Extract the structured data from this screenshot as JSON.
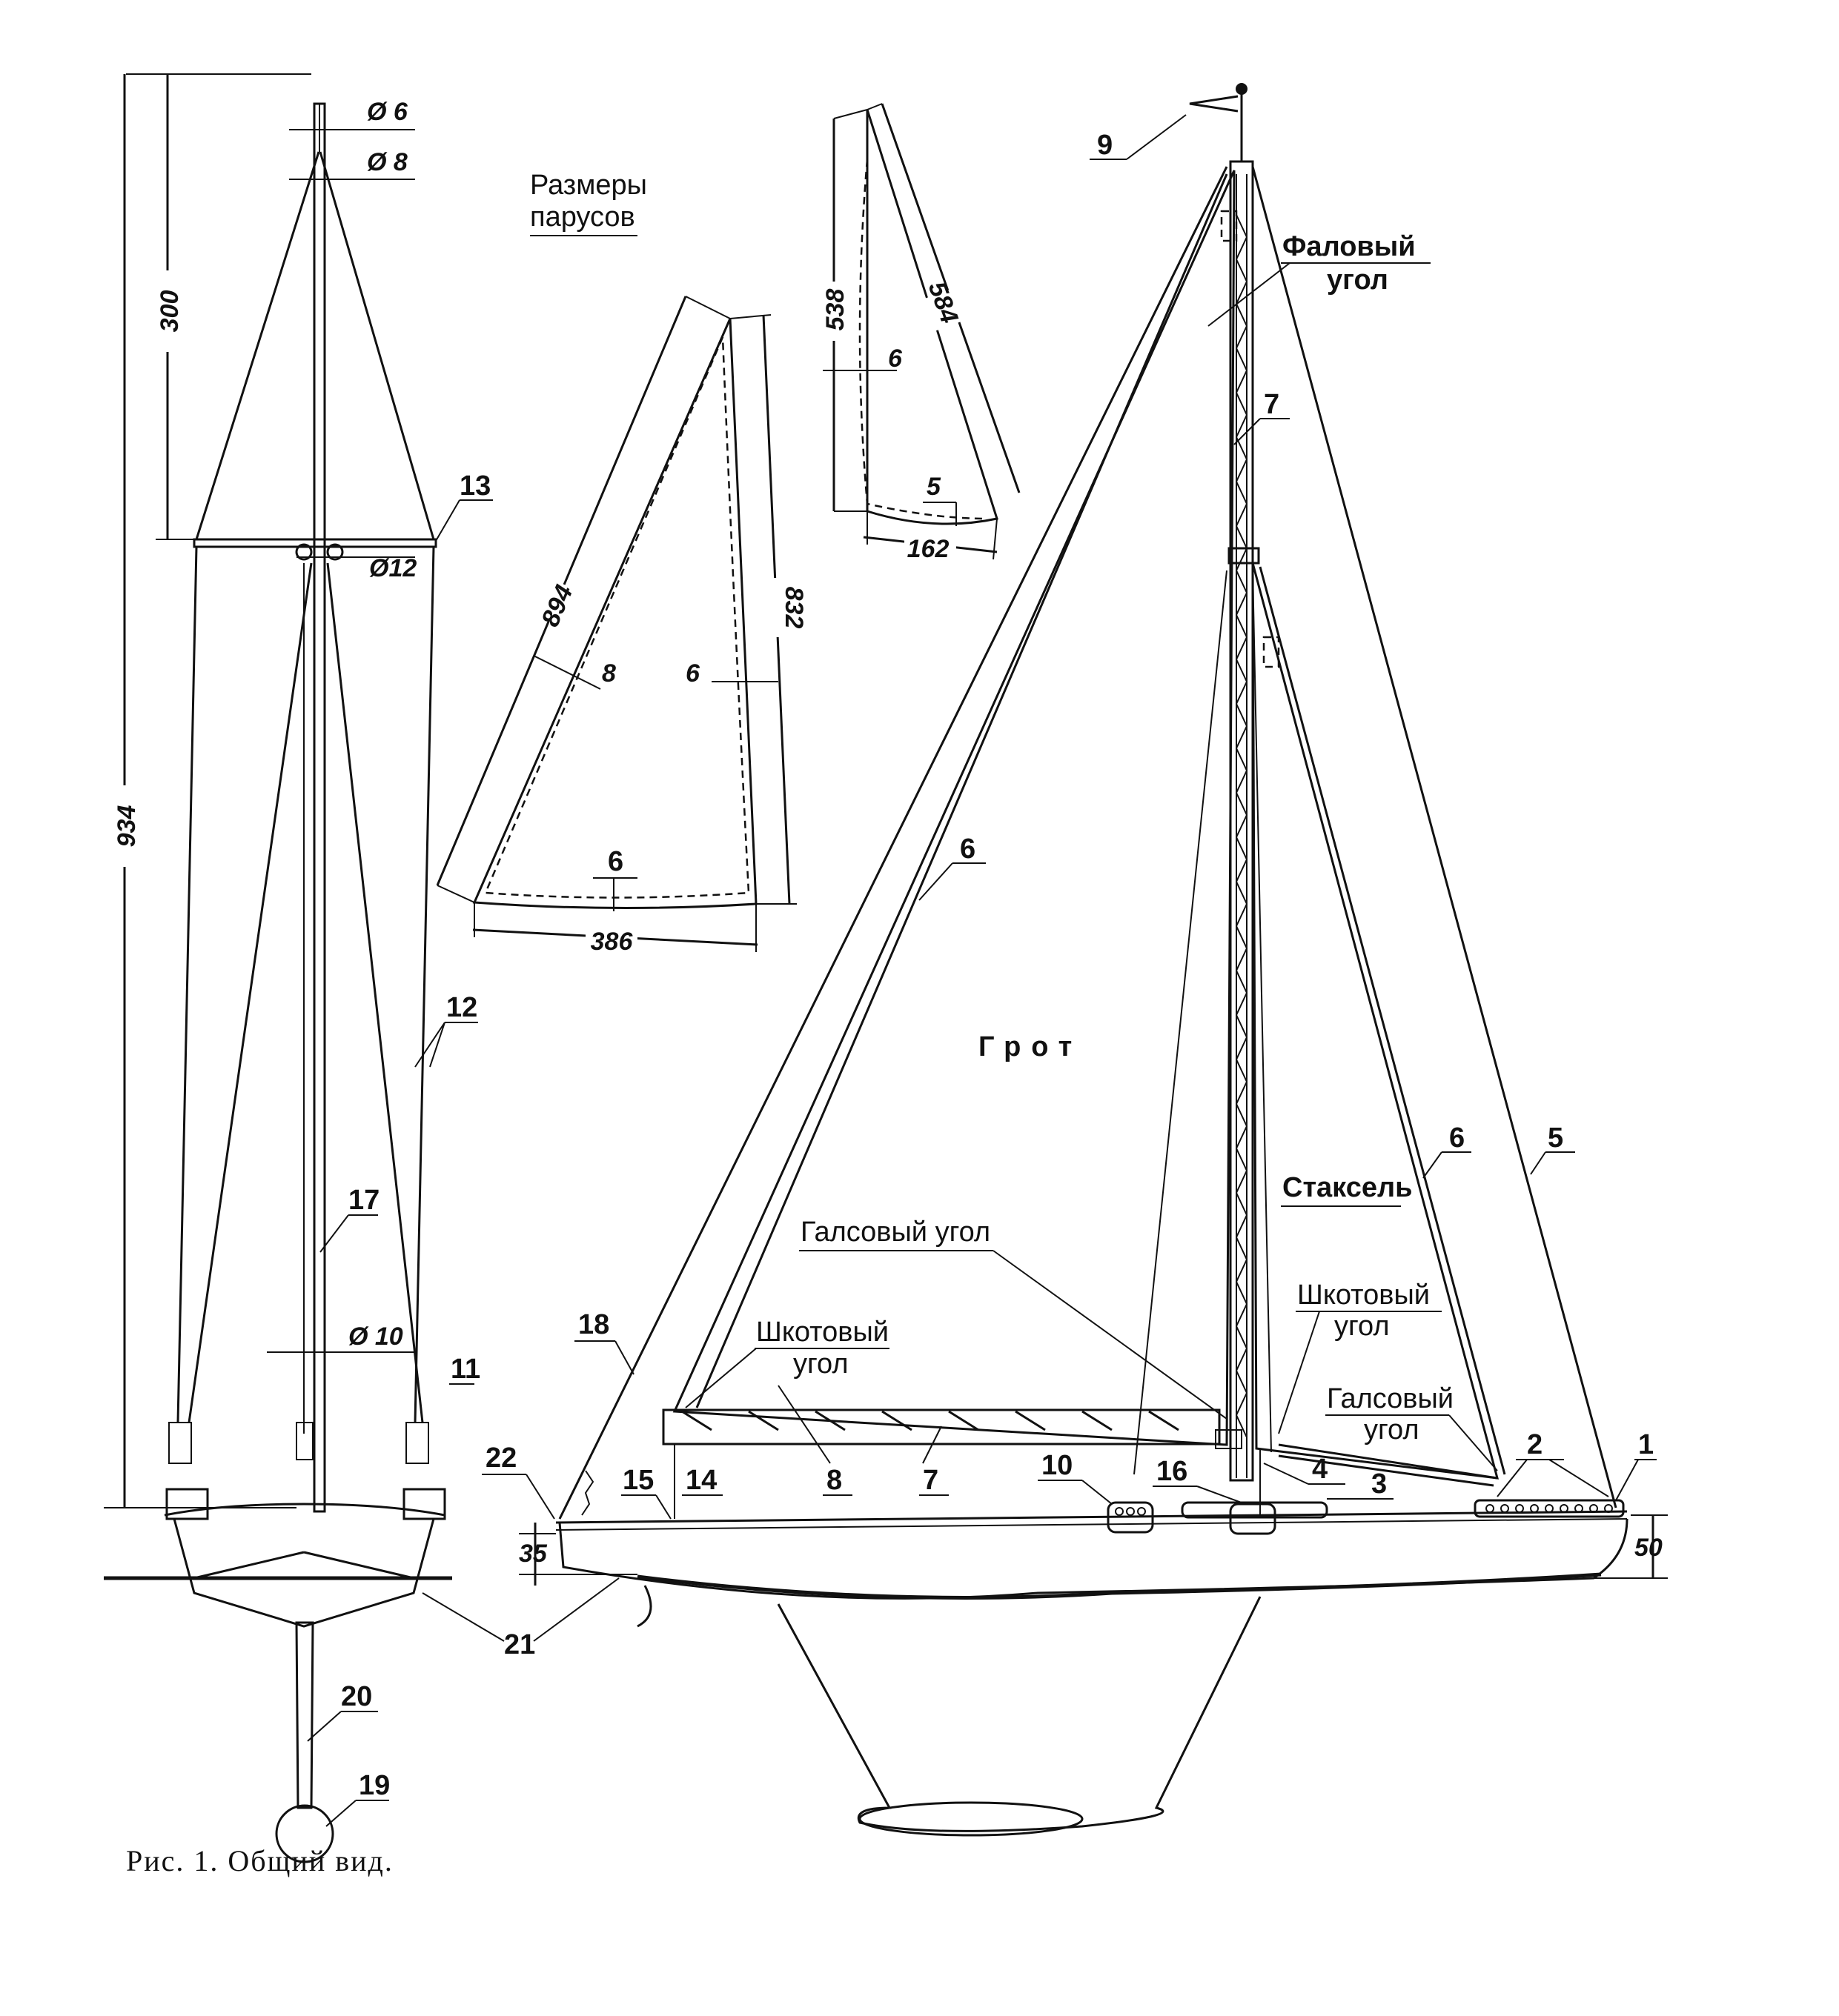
{
  "figure": {
    "caption": "Рис. 1. Общий вид.",
    "sail_sizes_title_line1": "Размеры",
    "sail_sizes_title_line2": "парусов"
  },
  "labels": {
    "mainsail": "Грот",
    "staysail": "Стаксель",
    "peak_corner_line1": "Фаловый",
    "peak_corner_line2": "угол",
    "tack_corner_main": "Галсовый угол",
    "clew_corner_main_line1": "Шкотовый",
    "clew_corner_main_line2": "угол",
    "clew_corner_jib_line1": "Шкотовый",
    "clew_corner_jib_line2": "угол",
    "tack_corner_jib_line1": "Галсовый",
    "tack_corner_jib_line2": "угол"
  },
  "callouts": {
    "n1": "1",
    "n2": "2",
    "n3": "3",
    "n4": "4",
    "n5": "5",
    "n6a": "6",
    "n6b": "6",
    "n7a": "7",
    "n7b": "7",
    "n8": "8",
    "n9": "9",
    "n10": "10",
    "n11": "11",
    "n12": "12",
    "n13": "13",
    "n14": "14",
    "n15": "15",
    "n16": "16",
    "n17": "17",
    "n18": "18",
    "n19": "19",
    "n20": "20",
    "n21": "21",
    "n22": "22"
  },
  "dimensions": {
    "mast_total": "934",
    "mast_top": "300",
    "dia_6": "Ø 6",
    "dia_8": "Ø 8",
    "dia_12": "Ø12",
    "dia_10": "Ø 10",
    "main_luff": "894",
    "main_leech": "832",
    "main_foot": "386",
    "main_luff_offset": "8",
    "main_leech_offset": "6",
    "main_foot_offset": "6",
    "jib_luff": "538",
    "jib_leech": "584",
    "jib_foot": "162",
    "jib_luff_offset": "6",
    "jib_foot_offset": "5",
    "freeboard_stern": "35",
    "freeboard_bow": "50"
  }
}
